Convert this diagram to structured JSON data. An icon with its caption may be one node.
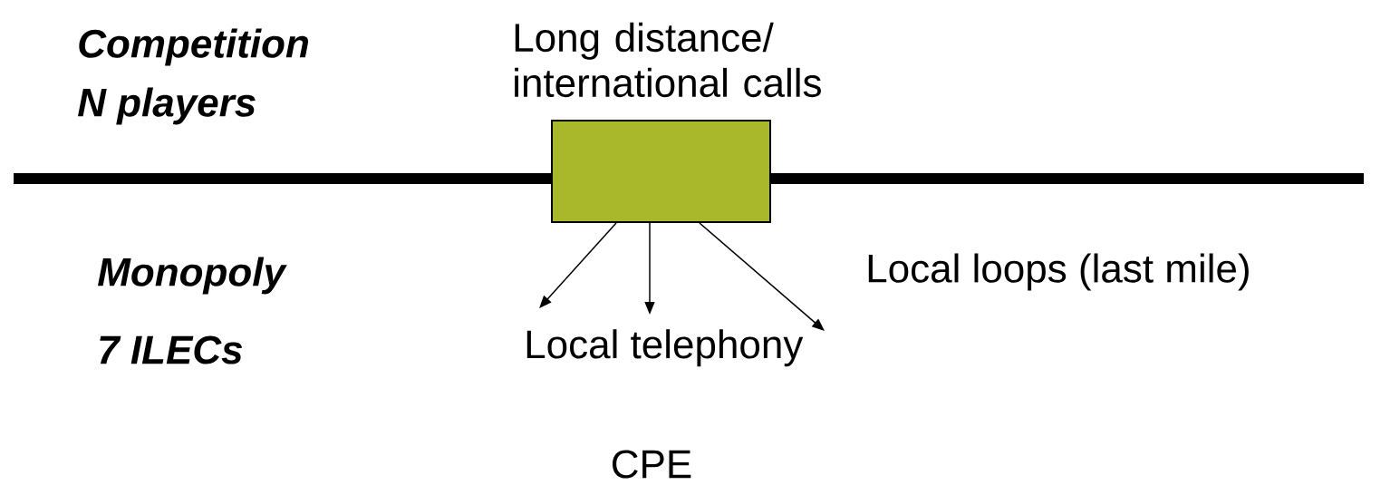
{
  "diagram": {
    "nodes": [
      {
        "text": [],
        "shape": "box"
      },
      {
        "text": [
          "Local telephony"
        ]
      }
    ],
    "edges": [
      {
        "from": 0,
        "to": 1,
        "arrow": "to"
      },
      {
        "from": 0,
        "to": 1,
        "arrow": "to"
      },
      {
        "from": 0,
        "to": 1,
        "arrow": "to"
      }
    ],
    "labels": [
      "Competition",
      "N players",
      "Long distance/ international calls",
      "Monopoly",
      "7 ILECs",
      "Local loops (last mile)",
      "CPE"
    ]
  }
}
